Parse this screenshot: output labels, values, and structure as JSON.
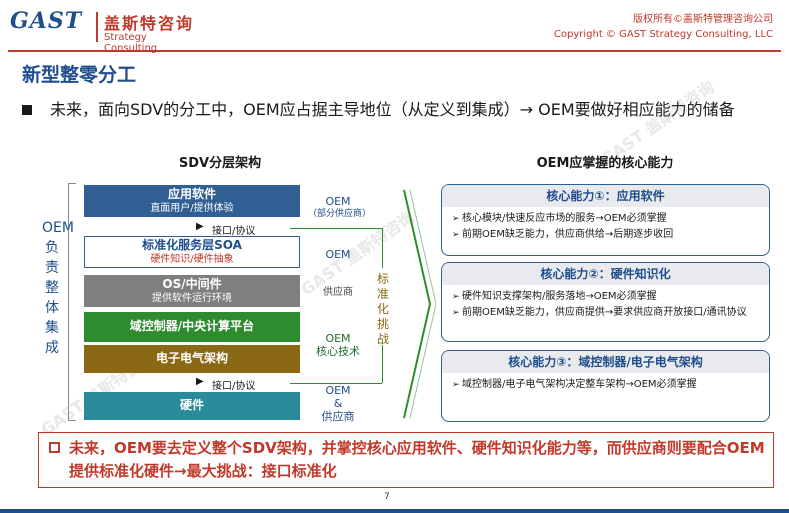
{
  "header": {
    "logo_gast": "GAST",
    "logo_cn": "盖斯特咨询",
    "logo_en": "Strategy Consulting",
    "copyright_cn": "版权所有©盖斯特管理咨询公司",
    "copyright_en": "Copyright © GAST Strategy Consulting, LLC"
  },
  "title": "新型整零分工",
  "bullet": "未来，面向SDV的分工中，OEM应占据主导地位（从定义到集成）→ OEM要做好相应能力的储备",
  "left": {
    "title": "SDV分层架构",
    "vertical_label": "OEM负责整体集成",
    "layers": [
      {
        "main": "应用软件",
        "sub": "直面用户/提供体验"
      },
      {
        "main": "标准化服务层SOA",
        "sub": "硬件知识/硬件抽象"
      },
      {
        "main": "OS/中间件",
        "sub": "提供软件运行环境"
      },
      {
        "main": "域控制器/中央计算平台",
        "sub": ""
      },
      {
        "main": "电子电气架构",
        "sub": ""
      },
      {
        "main": "硬件",
        "sub": ""
      }
    ],
    "interface_1": "接口/协议",
    "interface_2": "接口/协议",
    "side_labels": {
      "s1_main": "OEM",
      "s1_sub": "（部分供应商）",
      "s2": "OEM",
      "s3": "供应商",
      "s4_line1": "OEM",
      "s4_line2": "核心技术",
      "s5_line1": "OEM",
      "s5_line2": "&",
      "s5_line3": "供应商"
    },
    "challenge_label": "标准化挑战",
    "watermark": "GAST 盖斯特咨询"
  },
  "right": {
    "title": "OEM应掌握的核心能力",
    "caps": [
      {
        "head": "核心能力①：应用软件",
        "items": [
          "核心模块/快速反应市场的服务→OEM必须掌握",
          "前期OEM缺乏能力，供应商供给→后期逐步收回"
        ]
      },
      {
        "head": "核心能力②：硬件知识化",
        "items": [
          "硬件知识支撑架构/服务落地→OEM必须掌握",
          "前期OEM缺乏能力，供应商提供→要求供应商开放接口/通讯协议"
        ]
      },
      {
        "head": "核心能力③：域控制器/电子电气架构",
        "items": [
          "域控制器/电子电气架构决定整车架构→OEM必须掌握"
        ]
      }
    ]
  },
  "conclusion": "未来，OEM要去定义整个SDV架构，并掌控核心应用软件、硬件知识化能力等，而供应商则要配合OEM提供标准化硬件→最大挑战：接口标准化",
  "page_number": "7",
  "colors": {
    "brand_red": "#c0392b",
    "brand_blue": "#1f4e8c",
    "layer_app": "#2f5f93",
    "layer_os": "#7f7f7f",
    "layer_domain": "#2e8b2e",
    "layer_ee": "#8b6914",
    "layer_hw": "#2a8c9a"
  }
}
